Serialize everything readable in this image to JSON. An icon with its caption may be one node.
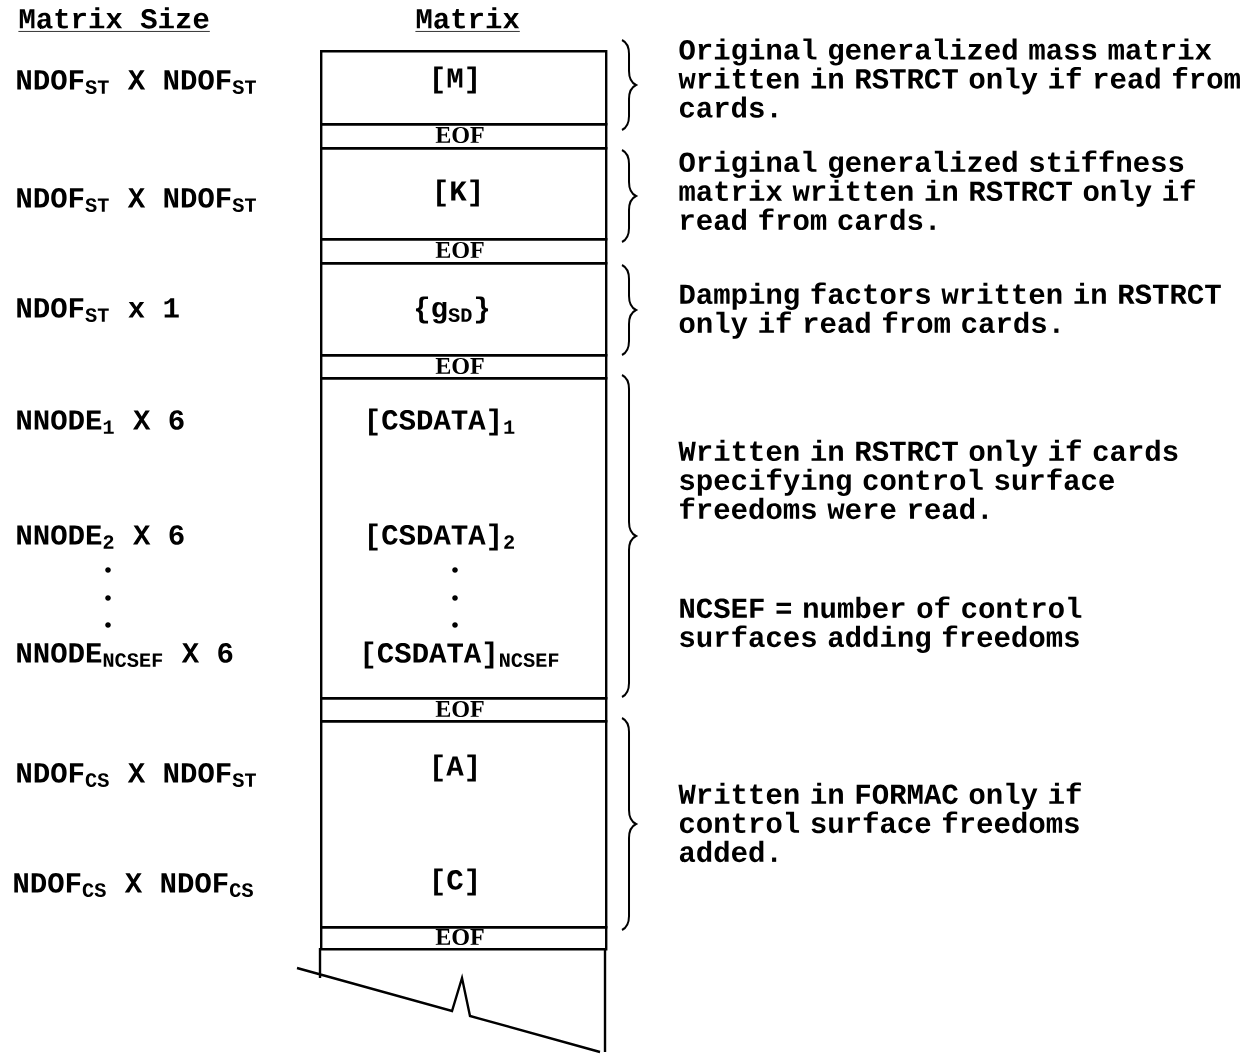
{
  "diagram": {
    "nodes": [
      {
        "text": [
          "[M]"
        ]
      },
      {
        "text": [
          "EOF"
        ]
      },
      {
        "text": [
          "[K]"
        ]
      },
      {
        "text": [
          "EOF"
        ]
      },
      {
        "text": [
          "{g$_{SD}$}"
        ]
      },
      {
        "text": [
          "EOF"
        ]
      },
      {
        "text": [
          "[CSDATA]$_{1}$",
          "[CSDATA]$_{2}$",
          "[CSDATA]$_{NCSEF}$"
        ]
      },
      {
        "text": [
          "EOF"
        ]
      },
      {
        "text": [
          "[A]",
          "[C]"
        ]
      },
      {
        "text": [
          "EOF"
        ]
      }
    ],
    "labels": [
      "Matrix Size",
      "Matrix",
      "NDOF$_{ST}$ X NDOF$_{ST}$",
      "Original generalized mass matrix written in RSTRCT only if read from cards.",
      "NDOF$_{ST}$ X NDOF$_{ST}$",
      "Original generalized stiffness matrix written in RSTRCT only if read from cards.",
      "NDOF$_{ST}$ x 1",
      "Damping factors written in RSTRCT only if read from cards.",
      "NNODE$_{1}$ X 6",
      "Written in RSTRCT only if cards specifying control surface freedoms were read.",
      "NNODE$_{2}$ X 6",
      "NCSEF = number of control surfaces adding freedoms",
      "NNODE$_{NCSEF}$ X 6",
      "NDOF$_{CS}$ X NDOF$_{ST}$",
      "Written in FORMAC only if control surface freedoms added.",
      "NDOF$_{CS}$ X NDOF$_{CS}$"
    ]
  }
}
